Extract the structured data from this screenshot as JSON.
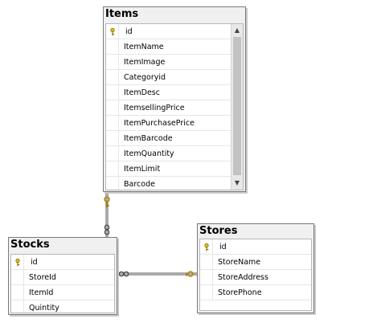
{
  "tables": {
    "items": {
      "title": "Items",
      "columns": [
        "id",
        "ItemName",
        "ItemImage",
        "Categoryid",
        "ItemDesc",
        "ItemsellingPrice",
        "ItemPurchasePrice",
        "ItemBarcode",
        "ItemQuantity",
        "ItemLimit",
        "Barcode"
      ],
      "primary_key": "id"
    },
    "stocks": {
      "title": "Stocks",
      "columns": [
        "id",
        "StoreId",
        "ItemId",
        "Quintity"
      ],
      "primary_key": "id"
    },
    "stores": {
      "title": "Stores",
      "columns": [
        "id",
        "StoreName",
        "StoreAddress",
        "StorePhone"
      ],
      "primary_key": "id"
    }
  },
  "relationships": [
    {
      "from": "Stocks",
      "to": "Items",
      "one_end": "Items",
      "many_end": "Stocks"
    },
    {
      "from": "Stocks",
      "to": "Stores",
      "one_end": "Stores",
      "many_end": "Stocks"
    }
  ],
  "icons": {
    "key": "key-icon",
    "scroll_up": "chevron-up-icon",
    "scroll_down": "chevron-down-icon"
  },
  "colors": {
    "key": "#d4b000",
    "border": "#7a7a7a",
    "header": "#f0f0f0"
  }
}
